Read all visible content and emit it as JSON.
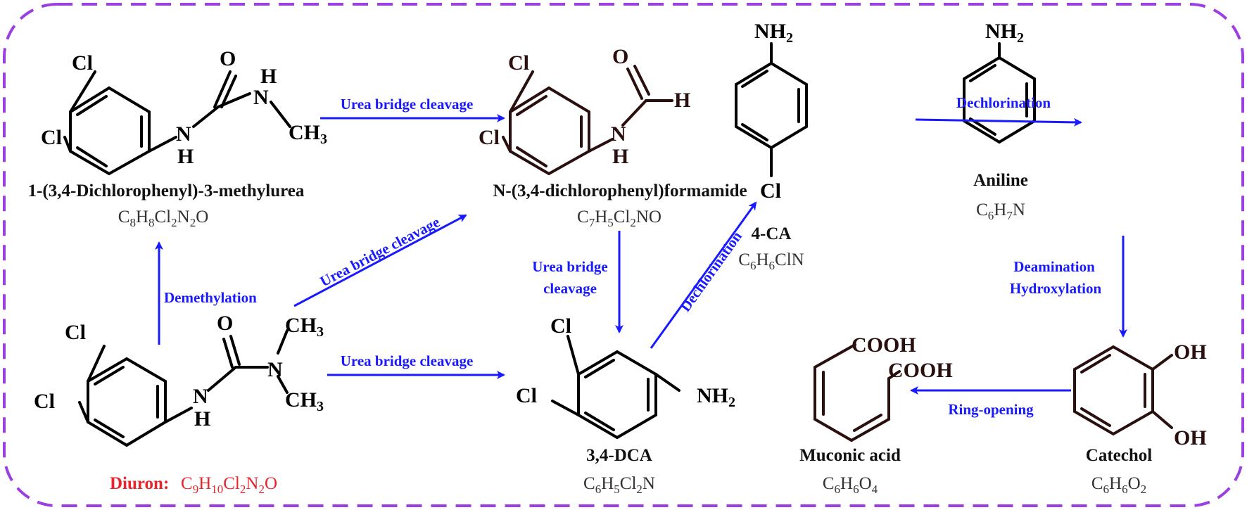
{
  "frame": {
    "border_color": "#9b3fe0",
    "border_style": "dashed"
  },
  "colors": {
    "arrow": "#1a1aff",
    "diuron": "#e8242d",
    "structure": "#000000",
    "structure_alt": "#2a0f0f"
  },
  "compounds": {
    "methylurea": {
      "name": "1-(3,4-Dichlorophenyl)-3-methylurea",
      "formula": [
        "C",
        "8",
        "H",
        "8",
        "Cl",
        "2",
        "N",
        "2",
        "O"
      ],
      "atoms": {
        "cl_a": "Cl",
        "cl_b": "Cl",
        "o": "O",
        "nh_n": "N",
        "nh_h": "H",
        "nh2_h": "H",
        "nh2_n": "N",
        "ch3": "CH",
        "ch3_sub": "3"
      }
    },
    "formamide": {
      "name": "N-(3,4-dichlorophenyl)formamide",
      "formula": [
        "C",
        "7",
        "H",
        "5",
        "Cl",
        "2",
        "NO",
        ""
      ],
      "atoms": {
        "cl_a": "Cl",
        "cl_b": "Cl",
        "o": "O",
        "h": "H",
        "n": "N",
        "nh_h": "H"
      }
    },
    "ca4": {
      "name": "4-CA",
      "formula": [
        "C",
        "6",
        "H",
        "6",
        "ClN",
        ""
      ],
      "atoms": {
        "nh2": "NH",
        "nh2_sub": "2",
        "cl": "Cl"
      }
    },
    "aniline": {
      "name": "Aniline",
      "formula": [
        "C",
        "6",
        "H",
        "7",
        "N",
        ""
      ],
      "atoms": {
        "nh2": "NH",
        "nh2_sub": "2"
      }
    },
    "dca": {
      "name": "3,4-DCA",
      "formula": [
        "C",
        "6",
        "H",
        "5",
        "Cl",
        "2",
        "N",
        ""
      ],
      "atoms": {
        "cl_a": "Cl",
        "cl_b": "Cl",
        "nh2": "NH",
        "nh2_sub": "2"
      }
    },
    "diuron": {
      "name": "Diuron:",
      "formula": [
        "C",
        "9",
        "H",
        "10",
        "Cl",
        "2",
        "N",
        "2",
        "O"
      ],
      "atoms": {
        "cl_a": "Cl",
        "cl_b": "Cl",
        "o": "O",
        "n": "N",
        "nh_n": "N",
        "nh_h": "H",
        "ch3_a": "CH",
        "ch3_a_sub": "3",
        "ch3_b": "CH",
        "ch3_b_sub": "3"
      }
    },
    "muconic": {
      "name": "Muconic acid",
      "formula": [
        "C",
        "6",
        "H",
        "6",
        "O",
        "4"
      ],
      "atoms": {
        "cooh_a": "COOH",
        "cooh_b": "COOH"
      }
    },
    "catechol": {
      "name": "Catechol",
      "formula": [
        "C",
        "6",
        "H",
        "6",
        "O",
        "2"
      ],
      "atoms": {
        "oh_a": "OH",
        "oh_b": "OH"
      }
    }
  },
  "reactions": {
    "ubc_top": "Urea bridge cleavage",
    "ubc_diag": "Urea bridge cleavage",
    "ubc_bottom": "Urea bridge cleavage",
    "ubc_vertical_1": "Urea bridge",
    "ubc_vertical_2": "cleavage",
    "demethylation": "Demethylation",
    "dechlorination_diag": "Dechlorination",
    "dechlorination_top": "Dechlorination",
    "deamination": "Deamination",
    "hydroxylation": "Hydroxylation",
    "ring_opening": "Ring-opening"
  }
}
